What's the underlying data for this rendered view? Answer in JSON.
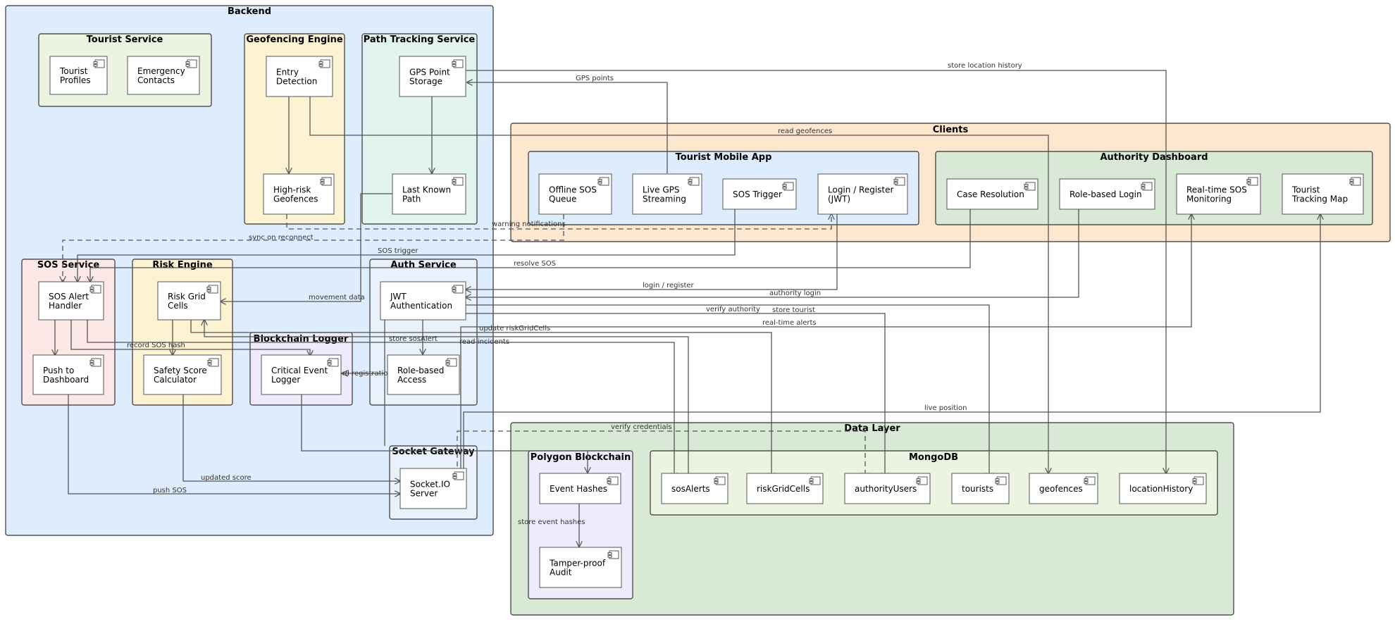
{
  "packages": {
    "backend": "Backend",
    "tourist_service": "Tourist Service",
    "geofencing_engine": "Geofencing Engine",
    "path_tracking_service": "Path Tracking Service",
    "sos_service": "SOS Service",
    "risk_engine": "Risk Engine",
    "auth_service": "Auth Service",
    "blockchain_logger": "Blockchain Logger",
    "socket_gateway": "Socket Gateway",
    "clients": "Clients",
    "tourist_mobile_app": "Tourist Mobile App",
    "authority_dashboard": "Authority Dashboard",
    "data_layer": "Data Layer",
    "polygon_blockchain": "Polygon Blockchain",
    "mongodb": "MongoDB"
  },
  "components": {
    "tourist_profiles": [
      "Tourist",
      "Profiles"
    ],
    "emergency_contacts": [
      "Emergency",
      "Contacts"
    ],
    "entry_detection": [
      "Entry",
      "Detection"
    ],
    "high_risk_geofences": [
      "High-risk",
      "Geofences"
    ],
    "gps_point_storage": [
      "GPS Point",
      "Storage"
    ],
    "last_known_path": [
      "Last Known",
      "Path"
    ],
    "sos_alert_handler": [
      "SOS Alert",
      "Handler"
    ],
    "push_to_dashboard": [
      "Push to",
      "Dashboard"
    ],
    "risk_grid_cells": [
      "Risk Grid",
      "Cells"
    ],
    "safety_score_calculator": [
      "Safety Score",
      "Calculator"
    ],
    "jwt_authentication": [
      "JWT",
      "Authentication"
    ],
    "role_based_access": [
      "Role-based",
      "Access"
    ],
    "critical_event_logger": [
      "Critical Event",
      "Logger"
    ],
    "socketio_server": [
      "Socket.IO",
      "Server"
    ],
    "offline_sos_queue": [
      "Offline SOS",
      "Queue"
    ],
    "live_gps_streaming": [
      "Live GPS",
      "Streaming"
    ],
    "sos_trigger": [
      "SOS Trigger"
    ],
    "login_register": [
      "Login / Register",
      "(JWT)"
    ],
    "case_resolution": [
      "Case Resolution"
    ],
    "role_based_login": [
      "Role-based Login"
    ],
    "realtime_sos_monitoring": [
      "Real-time SOS",
      "Monitoring"
    ],
    "tourist_tracking_map": [
      "Tourist",
      "Tracking Map"
    ],
    "event_hashes": [
      "Event Hashes"
    ],
    "tamper_proof_audit": [
      "Tamper-proof",
      "Audit"
    ],
    "sos_alerts": [
      "sosAlerts"
    ],
    "risk_grid_cells_db": [
      "riskGridCells"
    ],
    "authority_users": [
      "authorityUsers"
    ],
    "tourists": [
      "tourists"
    ],
    "geofences": [
      "geofences"
    ],
    "location_history": [
      "locationHistory"
    ]
  },
  "edge_labels": {
    "store_location_history": "store location history",
    "gps_points": "GPS points",
    "read_geofences": "read geofences",
    "warning_notifications": "warning notifications",
    "sync_on_reconnect": "sync on reconnect",
    "sos_trigger": "SOS trigger",
    "resolve_sos": "resolve SOS",
    "movement_data": "movement data",
    "login_register": "login / register",
    "authority_login": "authority login",
    "verify_authority": "verify authority",
    "store_tourist": "store tourist",
    "real_time_alerts": "real-time alerts",
    "update_risk_grid_cells": "update riskGridCells",
    "store_sos_alert": "store sosAlert",
    "read_incidents": "read incidents",
    "record_sos_hash": "record SOS hash",
    "record_registration_hash": "record registration hash",
    "live_position": "live position",
    "verify_credentials": "verify credentials",
    "updated_score": "updated score",
    "push_sos": "push SOS",
    "store_event_hashes": "store event hashes"
  },
  "colors": {
    "backend_fill": "#deedfd",
    "tourist_service_fill": "#ebf3e1",
    "geofencing_fill": "#fdf2d2",
    "path_tracking_fill": "#e1f4ee",
    "sos_service_fill": "#fde8e8",
    "risk_engine_fill": "#fdf2d2",
    "auth_service_fill": "#e9f2fc",
    "blockchain_logger_fill": "#efebfc",
    "socket_gateway_fill": "#e9f2fc",
    "clients_fill": "#fde7cf",
    "tourist_app_fill": "#deedfd",
    "authority_dashboard_fill": "#d8e9d6",
    "data_layer_fill": "#d8e9d6",
    "polygon_fill": "#efebfc",
    "mongodb_fill": "#ebf3e1"
  },
  "icons": {
    "component": "uml-component-icon"
  }
}
